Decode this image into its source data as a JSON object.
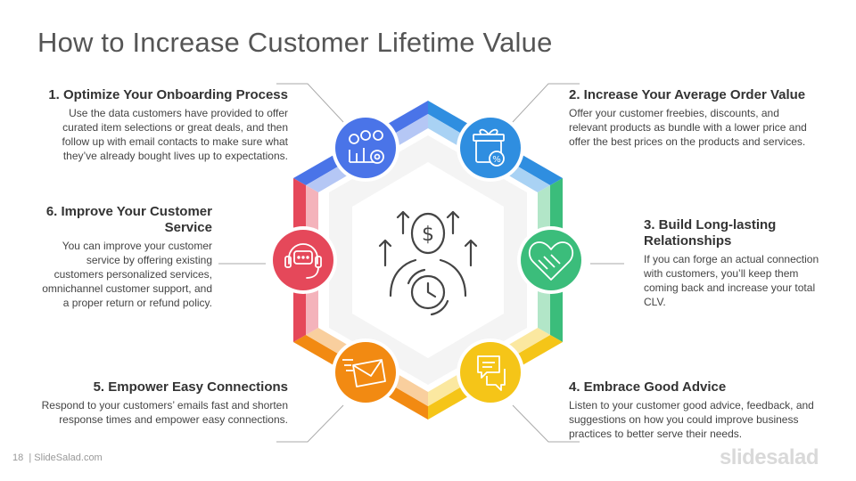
{
  "title": "How to Increase Customer Lifetime Value",
  "steps": [
    {
      "heading": "1. Optimize Your Onboarding Process",
      "text": "Use the data customers have provided to offer curated item selections or great deals, and then follow up with email contacts to make sure what they’ve already bought lives up to expectations.",
      "color": "#4a74e8",
      "icon": "gears-chart-icon"
    },
    {
      "heading": "2. Increase Your Average Order Value",
      "text": "Offer your customer freebies, discounts, and relevant products as bundle with a lower price and offer the best prices on the products and services.",
      "color": "#2f8ee0",
      "icon": "gift-discount-icon"
    },
    {
      "heading": "3. Build Long-lasting Relationships",
      "text": "If you can forge an actual connection with customers, you’ll keep them coming back and increase your total CLV.",
      "color": "#3bbd7b",
      "icon": "handshake-heart-icon"
    },
    {
      "heading": "4. Embrace Good Advice",
      "text": "Listen to your customer good advice, feedback, and suggestions on how you could improve business practices to better serve their needs.",
      "color": "#f5c518",
      "icon": "chat-bubbles-icon"
    },
    {
      "heading": "5. Empower Easy Connections",
      "text": "Respond to your customers’ emails fast and shorten response times and empower easy connections.",
      "color": "#f28a12",
      "icon": "email-icon"
    },
    {
      "heading": "6. Improve Your Customer Service",
      "text": "You can improve your customer service by offering existing customers personalized services, omnichannel customer support, and a proper return or refund policy.",
      "color": "#e5485a",
      "icon": "headset-icon"
    }
  ],
  "footer": {
    "page": "18",
    "source": "| SlideSalad.com",
    "brand": "slidesalad"
  }
}
